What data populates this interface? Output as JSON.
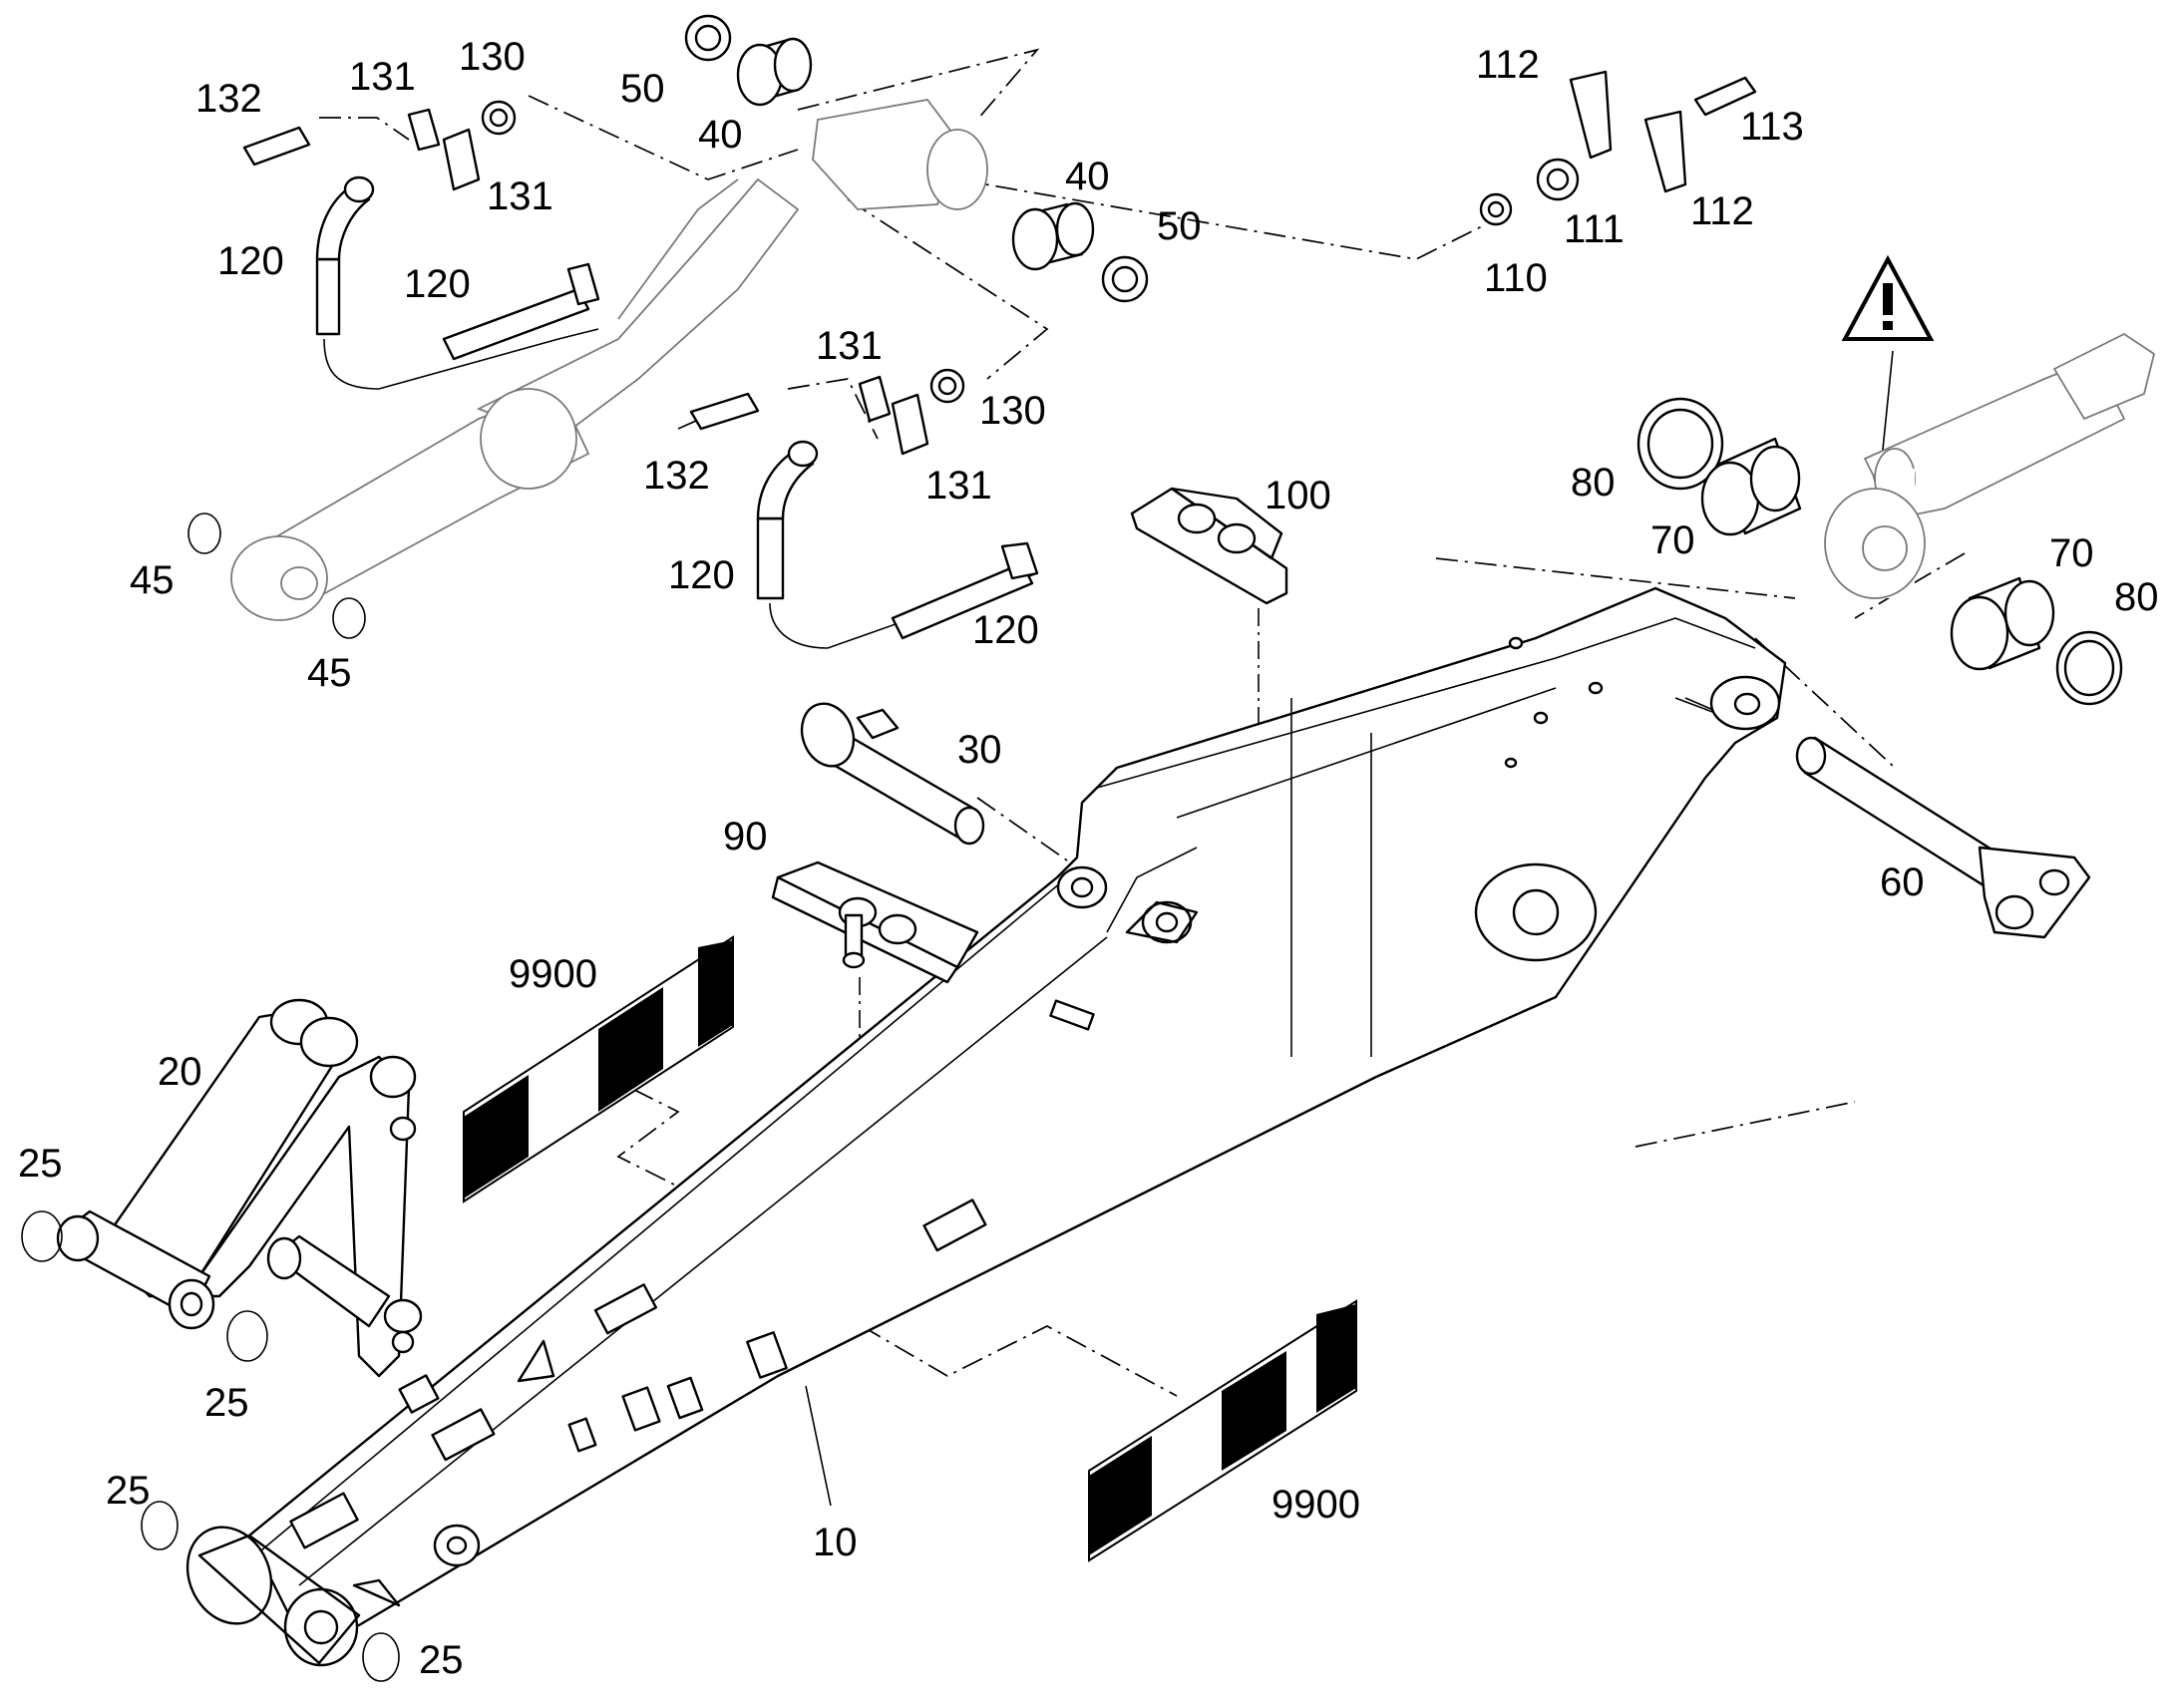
{
  "diagram": {
    "warning_symbol": "warning-triangle-icon",
    "callouts": {
      "c10": "10",
      "c20": "20",
      "c25_a": "25",
      "c25_b": "25",
      "c25_c": "25",
      "c25_d": "25",
      "c30": "30",
      "c40_a": "40",
      "c40_b": "40",
      "c45_a": "45",
      "c45_b": "45",
      "c50_a": "50",
      "c50_b": "50",
      "c60": "60",
      "c70_a": "70",
      "c70_b": "70",
      "c80_a": "80",
      "c80_b": "80",
      "c90": "90",
      "c100": "100",
      "c110": "110",
      "c111": "111",
      "c112_a": "112",
      "c112_b": "112",
      "c113": "113",
      "c120_a": "120",
      "c120_b": "120",
      "c120_c": "120",
      "c120_d": "120",
      "c130_a": "130",
      "c130_b": "130",
      "c131_a": "131",
      "c131_b": "131",
      "c131_c": "131",
      "c131_d": "131",
      "c132_a": "132",
      "c132_b": "132",
      "c9900_a": "9900",
      "c9900_b": "9900"
    }
  }
}
